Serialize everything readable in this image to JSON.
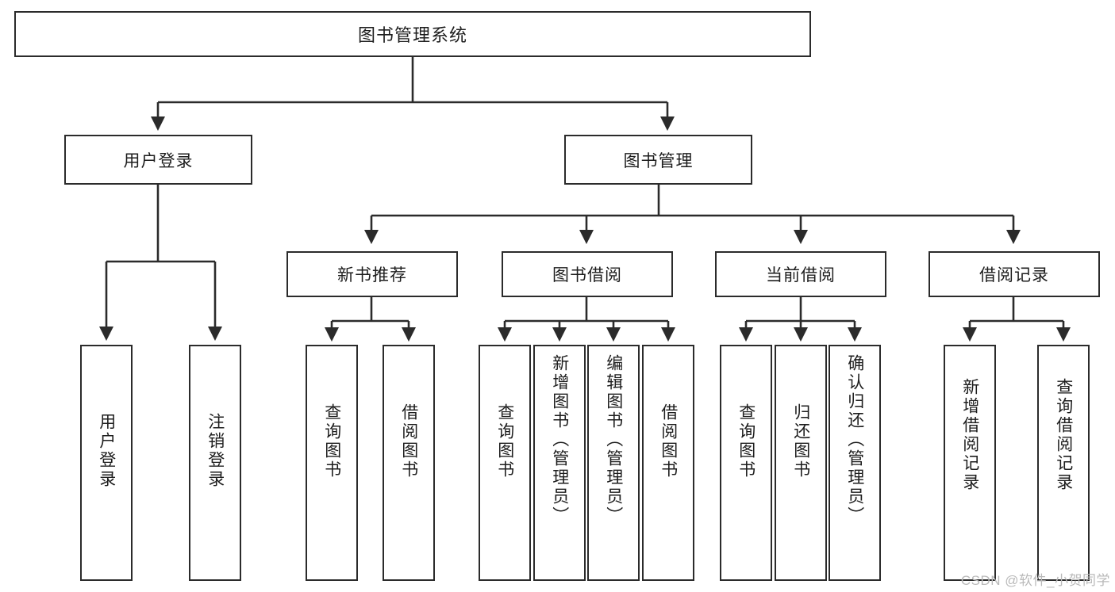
{
  "diagram": {
    "title": "图书管理系统",
    "type": "tree",
    "watermark": "CSDN @软件_小贺同学",
    "colors": {
      "box_border": "#2b2b2b",
      "box_fill": "#ffffff",
      "connector": "#2b2b2b",
      "text": "#1d1d1d",
      "watermark": "#b9b9b9",
      "background": "#ffffff"
    },
    "root": {
      "label": "图书管理系统"
    },
    "level2": [
      {
        "id": "user-login",
        "label": "用户登录"
      },
      {
        "id": "book-manage",
        "label": "图书管理"
      }
    ],
    "level3": [
      {
        "id": "new-book-recommend",
        "label": "新书推荐",
        "parent": "book-manage"
      },
      {
        "id": "book-borrow",
        "label": "图书借阅",
        "parent": "book-manage"
      },
      {
        "id": "current-borrow",
        "label": "当前借阅",
        "parent": "book-manage"
      },
      {
        "id": "borrow-record",
        "label": "借阅记录",
        "parent": "book-manage"
      }
    ],
    "leaves": [
      {
        "id": "leaf-user-login",
        "label": "用户登录",
        "parent": "user-login"
      },
      {
        "id": "leaf-user-logout",
        "label": "注销登录",
        "parent": "user-login"
      },
      {
        "id": "leaf-rec-query-book",
        "label": "查询图书",
        "parent": "new-book-recommend"
      },
      {
        "id": "leaf-rec-borrow-book",
        "label": "借阅图书",
        "parent": "new-book-recommend"
      },
      {
        "id": "leaf-borrow-query-book",
        "label": "查询图书",
        "parent": "book-borrow"
      },
      {
        "id": "leaf-borrow-add-book",
        "label": "新增图书（管理员）",
        "parent": "book-borrow"
      },
      {
        "id": "leaf-borrow-edit-book",
        "label": "编辑图书（管理员）",
        "parent": "book-borrow"
      },
      {
        "id": "leaf-borrow-do-borrow",
        "label": "借阅图书",
        "parent": "book-borrow"
      },
      {
        "id": "leaf-cur-query-book",
        "label": "查询图书",
        "parent": "current-borrow"
      },
      {
        "id": "leaf-cur-return-book",
        "label": "归还图书",
        "parent": "current-borrow"
      },
      {
        "id": "leaf-cur-confirm",
        "label": "确认归还（管理员）",
        "parent": "current-borrow"
      },
      {
        "id": "leaf-rec-add",
        "label": "新增借阅记录",
        "parent": "borrow-record"
      },
      {
        "id": "leaf-rec-query",
        "label": "查询借阅记录",
        "parent": "borrow-record"
      }
    ]
  }
}
